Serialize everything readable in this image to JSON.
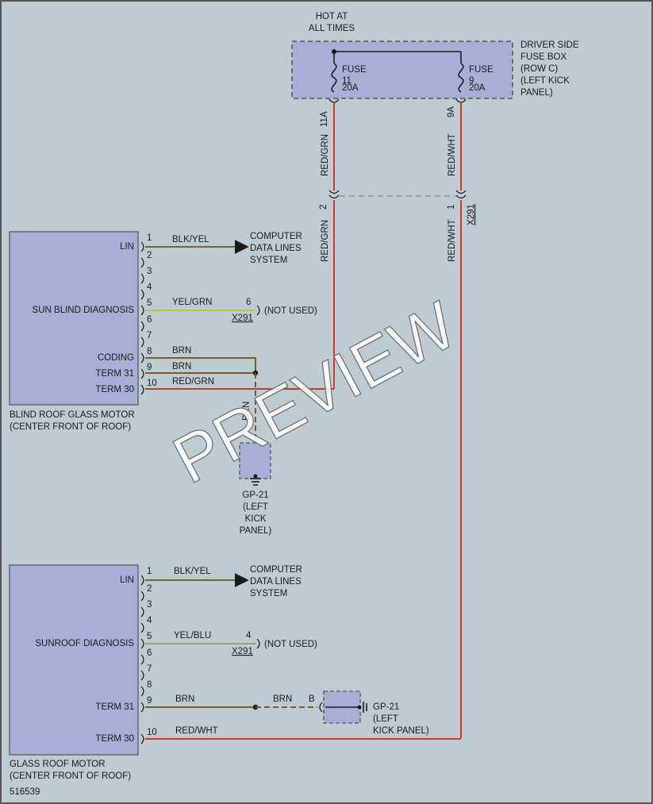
{
  "colors": {
    "background": "#bfcbd2",
    "frame": "#555555",
    "component_fill": "#a8aed6",
    "component_stroke": "#666666",
    "red": "#cc3a2a",
    "blk_yel": "#6b6b2a",
    "yel_grn": "#b8c83a",
    "yel_blu": "#9aa07a",
    "brn": "#7a5a2a",
    "dashed": "#8a8a8a"
  },
  "supply": {
    "hot_label": [
      "HOT AT",
      "ALL TIMES"
    ],
    "fuse_box_label": [
      "DRIVER SIDE",
      "FUSE BOX",
      "(ROW C)",
      "(LEFT KICK",
      "PANEL)"
    ],
    "fuse_11": {
      "name": "FUSE",
      "number": "11",
      "rating": "20A",
      "terminal": "11A"
    },
    "fuse_9": {
      "name": "FUSE",
      "number": "9",
      "rating": "20A",
      "terminal": "9A"
    },
    "wire_left_upper": "RED/GRN",
    "wire_right_upper": "RED/WHT",
    "wire_left_lower": "RED/GRN",
    "wire_right_lower": "RED/WHT",
    "connector_pin_left": "2",
    "connector_pin_right": "1",
    "connector_id": "X291"
  },
  "blind_motor": {
    "labels": {
      "lin": "LIN",
      "diag": "SUN BLIND DIAGNOSIS",
      "coding": "CODING",
      "term31": "TERM 31",
      "term30": "TERM 30"
    },
    "caption": [
      "BLIND ROOF GLASS MOTOR",
      "(CENTER FRONT OF ROOF)"
    ],
    "pins": [
      "1",
      "2",
      "3",
      "4",
      "5",
      "6",
      "7",
      "8",
      "9",
      "10"
    ],
    "wires": {
      "lin": "BLK/YEL",
      "diag": "YEL/GRN",
      "coding": "BRN",
      "term31": "BRN",
      "term30": "RED/GRN",
      "ground": "BRN"
    },
    "computer": [
      "COMPUTER",
      "DATA LINES",
      "SYSTEM"
    ],
    "diag_pin": "6",
    "diag_conn": "X291",
    "not_used": "(NOT USED)",
    "ground": [
      "GP-21",
      "(LEFT",
      "KICK",
      "PANEL)"
    ]
  },
  "glass_motor": {
    "labels": {
      "lin": "LIN",
      "diag": "SUNROOF DIAGNOSIS",
      "term31": "TERM 31",
      "term30": "TERM 30"
    },
    "caption": [
      "GLASS ROOF MOTOR",
      "(CENTER FRONT OF ROOF)"
    ],
    "pins": [
      "1",
      "2",
      "3",
      "4",
      "5",
      "6",
      "7",
      "8",
      "9",
      "10"
    ],
    "wires": {
      "lin": "BLK/YEL",
      "diag": "YEL/BLU",
      "term31": "BRN",
      "term31b": "BRN",
      "term30": "RED/WHT"
    },
    "computer": [
      "COMPUTER",
      "DATA LINES",
      "SYSTEM"
    ],
    "diag_pin": "4",
    "diag_conn": "X291",
    "not_used": "(NOT USED)",
    "ground_pin": "B",
    "ground": [
      "GP-21",
      "(LEFT",
      "KICK PANEL)"
    ]
  },
  "figure_id": "516539",
  "watermark": "PREVIEW"
}
